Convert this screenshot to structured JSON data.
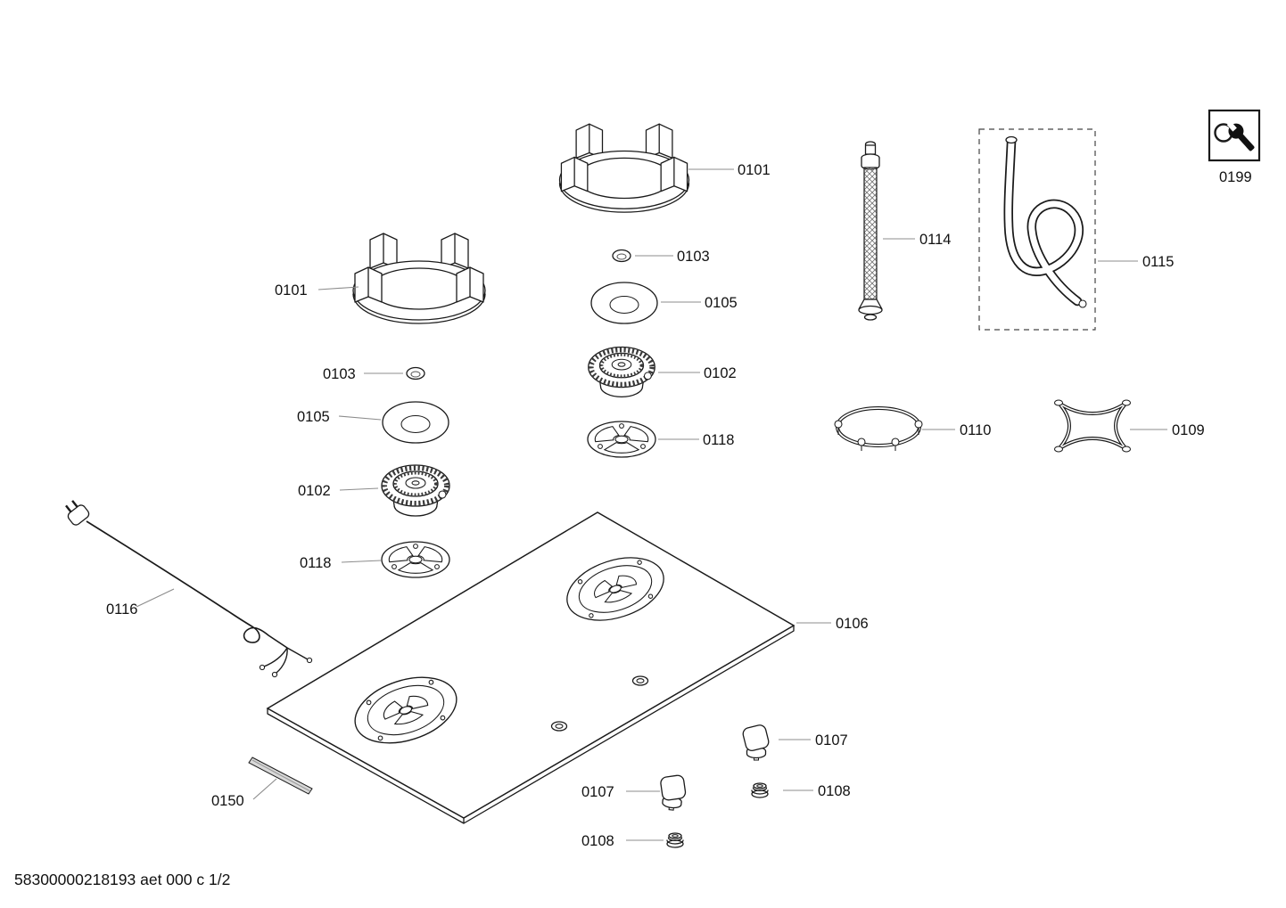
{
  "document": {
    "footer_code": "58300000218193 aet 000 c 1/2"
  },
  "callouts": {
    "pan_support_top": "0101",
    "pan_support_left": "0101",
    "burner_cap_top": "0103",
    "burner_cap_left": "0103",
    "burner_ring_top": "0105",
    "burner_ring_left": "0105",
    "burner_body_top": "0102",
    "burner_body_left": "0102",
    "mounting_plate_top": "0118",
    "mounting_plate_left": "0118",
    "gas_hose": "0114",
    "gas_pipe": "0115",
    "small_pan_support": "0110",
    "wok_cross_support": "0109",
    "service_tool_icon": "0199",
    "ignition_cable": "0116",
    "glass_hob_panel": "0106",
    "seal_strip": "0150",
    "control_knob_right": "0107",
    "control_knob_left": "0107",
    "seal_nut_right": "0108",
    "seal_nut_left": "0108"
  },
  "colors": {
    "background": "#ffffff",
    "line": "#1a1a1a",
    "leader_line": "#8c8c8c"
  }
}
